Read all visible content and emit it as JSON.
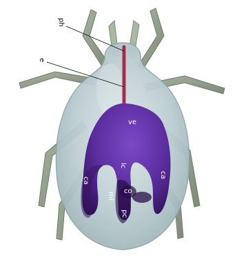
{
  "figure": {
    "labels": {
      "ph": "ph",
      "e": "e",
      "ve": "ve",
      "ca_right": "ca",
      "ca_left": "ca",
      "lc": "lc",
      "co": "co",
      "ml": "ml",
      "pc": "pc"
    },
    "colors": {
      "background": "#ffffff",
      "body": "#b9cbcf",
      "body_edge": "#8fa6aa",
      "legs": "#8c9a86",
      "legs_edge": "#6e7c69",
      "gut": "#5a2d9e",
      "gut_dark": "#2e0f52",
      "pharynx": "#a3304e",
      "leader_line": "#111111",
      "label_on_body": "#111111",
      "label_on_gut": "#ffffff"
    }
  }
}
